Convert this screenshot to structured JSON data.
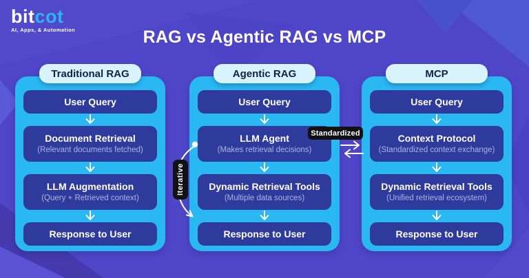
{
  "brand": {
    "name_primary": "bit",
    "name_secondary": "cot",
    "tagline": "AI, Apps, & Automation"
  },
  "title": "RAG vs Agentic RAG vs MCP",
  "columns": [
    {
      "header": "Traditional RAG",
      "steps": [
        {
          "label": "User Query"
        },
        {
          "label": "Document Retrieval",
          "sub": "(Relevant documents fetched)"
        },
        {
          "label": "LLM Augmentation",
          "sub": "(Query + Retrieved context)"
        },
        {
          "label": "Response to User"
        }
      ]
    },
    {
      "header": "Agentic RAG",
      "steps": [
        {
          "label": "User Query"
        },
        {
          "label": "LLM Agent",
          "sub": "(Makes retrieval decisions)"
        },
        {
          "label": "Dynamic Retrieval Tools",
          "sub": "(Multiple data sources)"
        },
        {
          "label": "Response to User"
        }
      ]
    },
    {
      "header": "MCP",
      "steps": [
        {
          "label": "User Query"
        },
        {
          "label": "Context Protocol",
          "sub": "(Standardized context exchange)"
        },
        {
          "label": "Dynamic Retrieval Tools",
          "sub": "(Unified retrieval ecosystem)"
        },
        {
          "label": "Response to User"
        }
      ]
    }
  ],
  "annotations": {
    "iterative": "Iterative",
    "standardized": "Standardized"
  },
  "icons": {
    "flow_arrow": "↓",
    "exchange_right": "→",
    "exchange_left": "←",
    "iterative_loop": "curved-arrow-down"
  },
  "colors": {
    "background": "#4F45C8",
    "panel_cyan": "#29B8F2",
    "box_navy": "#2E3A9C",
    "header_pill_bg": "#D9F3FC",
    "header_pill_text": "#122048",
    "annotation_bg": "#111114",
    "brand_cyan": "#2AB7F1",
    "text_primary": "#FFFFFF",
    "text_sub": "#AEB3E0"
  }
}
